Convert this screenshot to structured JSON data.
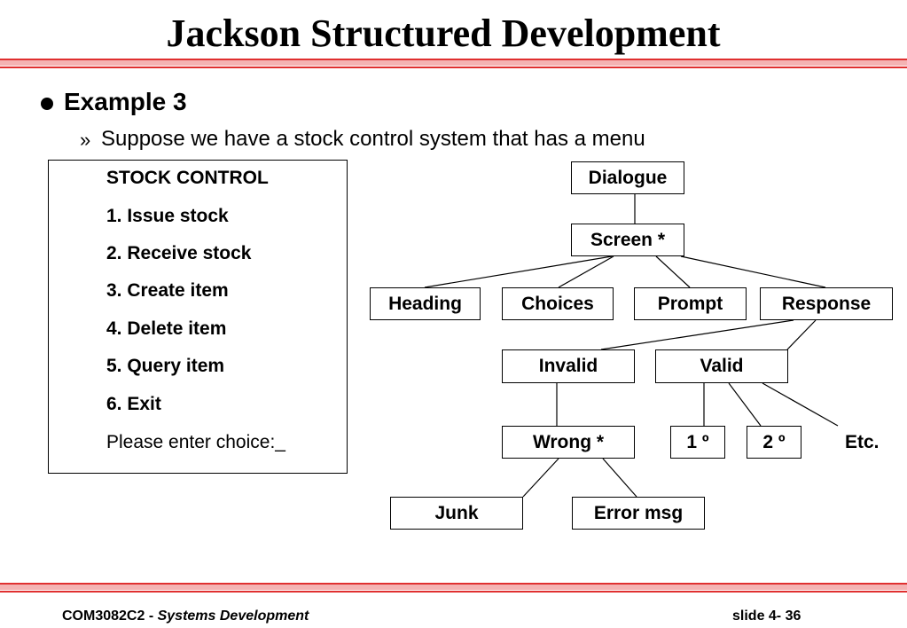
{
  "title": "Jackson Structured Development",
  "bullet": {
    "heading": "Example 3",
    "marker": "»",
    "text": "Suppose we have a stock control system that has a menu"
  },
  "menu": {
    "lines": [
      "STOCK CONTROL",
      "1. Issue stock",
      "2. Receive stock",
      "3. Create item",
      "4. Delete item",
      "5. Query item",
      "6. Exit",
      "Please enter choice:_"
    ]
  },
  "diagram": {
    "nodes": {
      "dialogue": "Dialogue",
      "screen": "Screen *",
      "heading": "Heading",
      "choices": "Choices",
      "prompt": "Prompt",
      "response": "Response",
      "invalid": "Invalid",
      "valid": "Valid",
      "wrong": "Wrong *",
      "one": "1 º",
      "two": "2 º",
      "etc": "Etc.",
      "junk": "Junk",
      "error_msg": "Error msg"
    }
  },
  "footer": {
    "code": "COM3082C2 -",
    "course": "Systems Development",
    "slide": "slide 4- 36"
  },
  "colors": {
    "rule_light": "#f4b3b3",
    "rule_dark": "#e03030"
  }
}
